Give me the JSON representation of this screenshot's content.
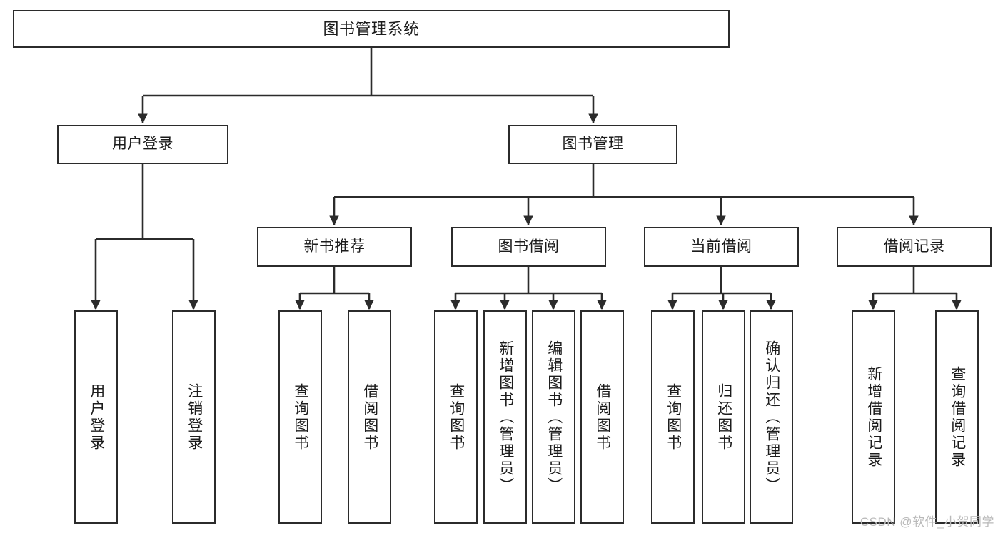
{
  "diagram": {
    "title": "图书管理系统",
    "type": "tree-hierarchy",
    "watermark": "CSDN @软件_小贺同学",
    "colors": {
      "stroke": "#2b2b2b",
      "fill": "#ffffff",
      "text": "#1c1c1c",
      "watermark": "#b9b9b9"
    },
    "nodes": {
      "root": {
        "label": "图书管理系统"
      },
      "level2": [
        {
          "id": "user-login",
          "label": "用户登录"
        },
        {
          "id": "book-manage",
          "label": "图书管理"
        }
      ],
      "level3": [
        {
          "id": "new-book-recommend",
          "label": "新书推荐"
        },
        {
          "id": "book-borrow",
          "label": "图书借阅"
        },
        {
          "id": "current-borrow",
          "label": "当前借阅"
        },
        {
          "id": "borrow-record",
          "label": "借阅记录"
        }
      ],
      "leaves": [
        {
          "id": "leaf-user-login",
          "label": "用户登录",
          "parent": "user-login"
        },
        {
          "id": "leaf-logout",
          "label": "注销登录",
          "parent": "user-login"
        },
        {
          "id": "leaf-query-book-1",
          "label": "查询图书",
          "parent": "new-book-recommend"
        },
        {
          "id": "leaf-borrow-book-1",
          "label": "借阅图书",
          "parent": "new-book-recommend"
        },
        {
          "id": "leaf-query-book-2",
          "label": "查询图书",
          "parent": "book-borrow"
        },
        {
          "id": "leaf-add-book",
          "label": "新增图书（管理员）",
          "parent": "book-borrow"
        },
        {
          "id": "leaf-edit-book",
          "label": "编辑图书（管理员）",
          "parent": "book-borrow"
        },
        {
          "id": "leaf-borrow-book-2",
          "label": "借阅图书",
          "parent": "book-borrow"
        },
        {
          "id": "leaf-query-book-3",
          "label": "查询图书",
          "parent": "current-borrow"
        },
        {
          "id": "leaf-return-book",
          "label": "归还图书",
          "parent": "current-borrow"
        },
        {
          "id": "leaf-confirm-return",
          "label": "确认归还（管理员）",
          "parent": "current-borrow"
        },
        {
          "id": "leaf-add-record",
          "label": "新增借阅记录",
          "parent": "borrow-record"
        },
        {
          "id": "leaf-query-record",
          "label": "查询借阅记录",
          "parent": "borrow-record"
        }
      ]
    }
  }
}
